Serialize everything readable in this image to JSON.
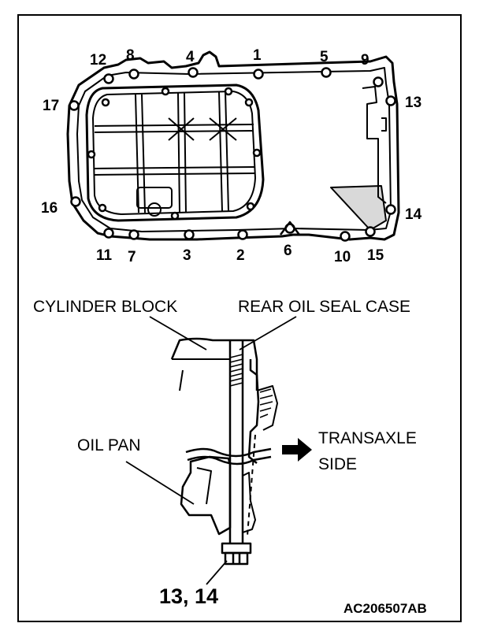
{
  "bolt_numbers": [
    {
      "id": "1",
      "label": "1"
    },
    {
      "id": "2",
      "label": "2"
    },
    {
      "id": "3",
      "label": "3"
    },
    {
      "id": "4",
      "label": "4"
    },
    {
      "id": "5",
      "label": "5"
    },
    {
      "id": "6",
      "label": "6"
    },
    {
      "id": "7",
      "label": "7"
    },
    {
      "id": "8",
      "label": "8"
    },
    {
      "id": "9",
      "label": "9"
    },
    {
      "id": "10",
      "label": "10"
    },
    {
      "id": "11",
      "label": "11"
    },
    {
      "id": "12",
      "label": "12"
    },
    {
      "id": "13",
      "label": "13"
    },
    {
      "id": "14",
      "label": "14"
    },
    {
      "id": "15",
      "label": "15"
    },
    {
      "id": "16",
      "label": "16"
    },
    {
      "id": "17",
      "label": "17"
    }
  ],
  "callouts": {
    "cylinder_block": "CYLINDER BLOCK",
    "rear_oil_seal_case": "REAR OIL SEAL CASE",
    "oil_pan": "OIL PAN",
    "transaxle_line1": "TRANSAXLE",
    "transaxle_line2": "SIDE",
    "bolt_ref": "13, 14"
  },
  "figure_code": "AC206507AB"
}
